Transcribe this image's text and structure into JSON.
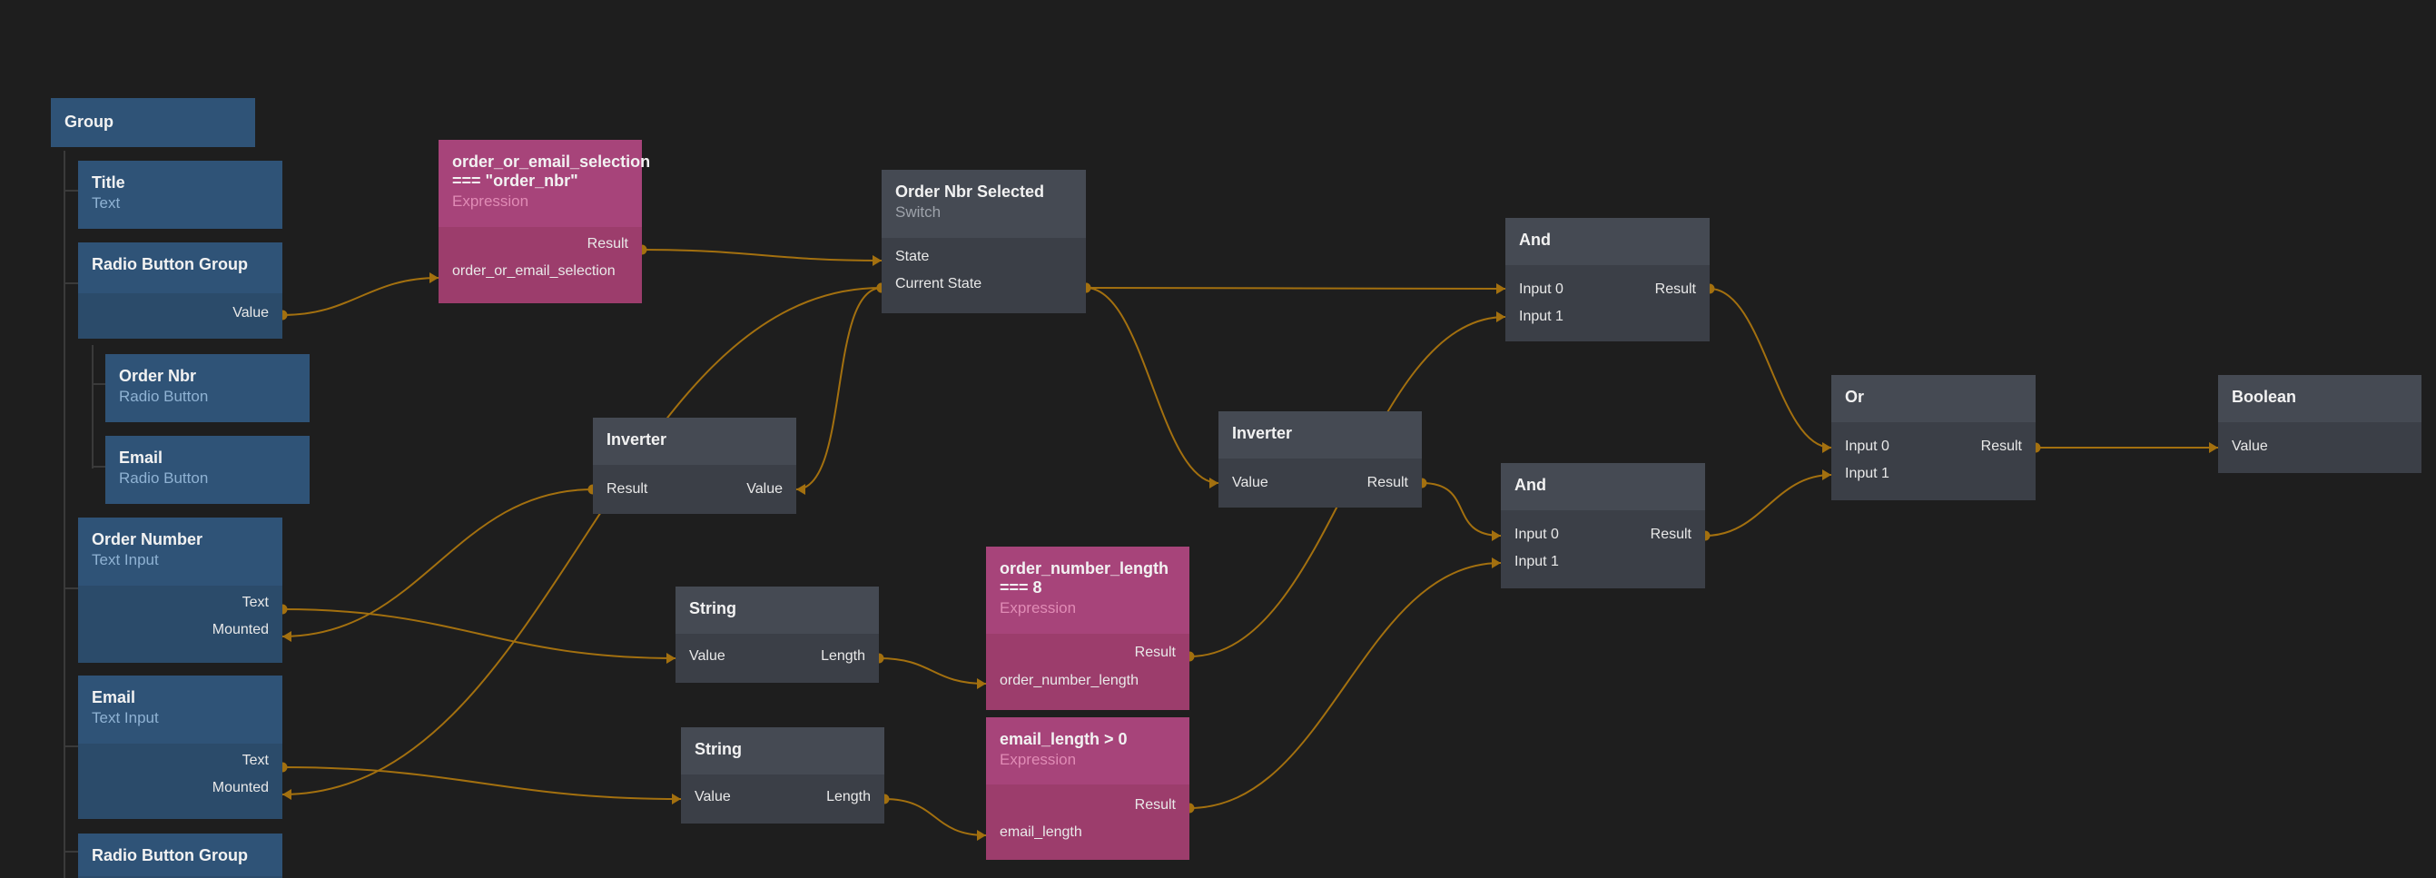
{
  "colors": {
    "background": "#1e1e1e",
    "visual_node": "#2f5377",
    "logic_node": "#454a53",
    "expression_node": "#a7447a",
    "connection": "#a3700f"
  },
  "nodes": {
    "group": {
      "title": "Group"
    },
    "title_text": {
      "title": "Title",
      "subtitle": "Text"
    },
    "radio_group_1": {
      "title": "Radio Button Group",
      "ports": {
        "value": "Value"
      }
    },
    "order_nbr_radio": {
      "title": "Order Nbr",
      "subtitle": "Radio Button"
    },
    "email_radio": {
      "title": "Email",
      "subtitle": "Radio Button"
    },
    "order_number_input": {
      "title": "Order Number",
      "subtitle": "Text Input",
      "ports": {
        "text": "Text",
        "mounted": "Mounted"
      }
    },
    "email_input": {
      "title": "Email",
      "subtitle": "Text Input",
      "ports": {
        "text": "Text",
        "mounted": "Mounted"
      }
    },
    "radio_group_2": {
      "title": "Radio Button Group"
    },
    "expr_selection": {
      "title": "order_or_email_selection\n=== \"order_nbr\"",
      "subtitle": "Expression",
      "ports": {
        "result": "Result",
        "input": "order_or_email_selection"
      }
    },
    "switch_order": {
      "title": "Order Nbr Selected",
      "subtitle": "Switch",
      "ports": {
        "state": "State",
        "current_state": "Current State"
      }
    },
    "inverter_1": {
      "title": "Inverter",
      "ports": {
        "result": "Result",
        "value": "Value"
      }
    },
    "string_1": {
      "title": "String",
      "ports": {
        "value": "Value",
        "length": "Length"
      }
    },
    "string_2": {
      "title": "String",
      "ports": {
        "value": "Value",
        "length": "Length"
      }
    },
    "expr_order_len": {
      "title": "order_number_length\n=== 8",
      "subtitle": "Expression",
      "ports": {
        "result": "Result",
        "input": "order_number_length"
      }
    },
    "expr_email_len": {
      "title": "email_length > 0",
      "subtitle": "Expression",
      "ports": {
        "result": "Result",
        "input": "email_length"
      }
    },
    "inverter_2": {
      "title": "Inverter",
      "ports": {
        "value": "Value",
        "result": "Result"
      }
    },
    "and_1": {
      "title": "And",
      "ports": {
        "input0": "Input 0",
        "input1": "Input 1",
        "result": "Result"
      }
    },
    "and_2": {
      "title": "And",
      "ports": {
        "input0": "Input 0",
        "input1": "Input 1",
        "result": "Result"
      }
    },
    "or": {
      "title": "Or",
      "ports": {
        "input0": "Input 0",
        "input1": "Input 1",
        "result": "Result"
      }
    },
    "boolean": {
      "title": "Boolean",
      "ports": {
        "value": "Value"
      }
    }
  },
  "connections": [
    {
      "from": "radio_group_1.value",
      "to": "expr_selection.input"
    },
    {
      "from": "expr_selection.result",
      "to": "switch_order.state"
    },
    {
      "from": "switch_order.current_state",
      "to": "and_1.input0"
    },
    {
      "from": "switch_order.current_state",
      "to": "inverter_1.value"
    },
    {
      "from": "switch_order.current_state",
      "to": "inverter_2.value"
    },
    {
      "from": "switch_order.current_state",
      "to": "email_input.mounted"
    },
    {
      "from": "inverter_1.result",
      "to": "order_number_input.mounted"
    },
    {
      "from": "order_number_input.text",
      "to": "string_1.value"
    },
    {
      "from": "email_input.text",
      "to": "string_2.value"
    },
    {
      "from": "string_1.length",
      "to": "expr_order_len.input"
    },
    {
      "from": "string_2.length",
      "to": "expr_email_len.input"
    },
    {
      "from": "expr_order_len.result",
      "to": "and_1.input1"
    },
    {
      "from": "expr_email_len.result",
      "to": "and_2.input1"
    },
    {
      "from": "inverter_2.result",
      "to": "and_2.input0"
    },
    {
      "from": "and_1.result",
      "to": "or.input0"
    },
    {
      "from": "and_2.result",
      "to": "or.input1"
    },
    {
      "from": "or.result",
      "to": "boolean.value"
    }
  ]
}
